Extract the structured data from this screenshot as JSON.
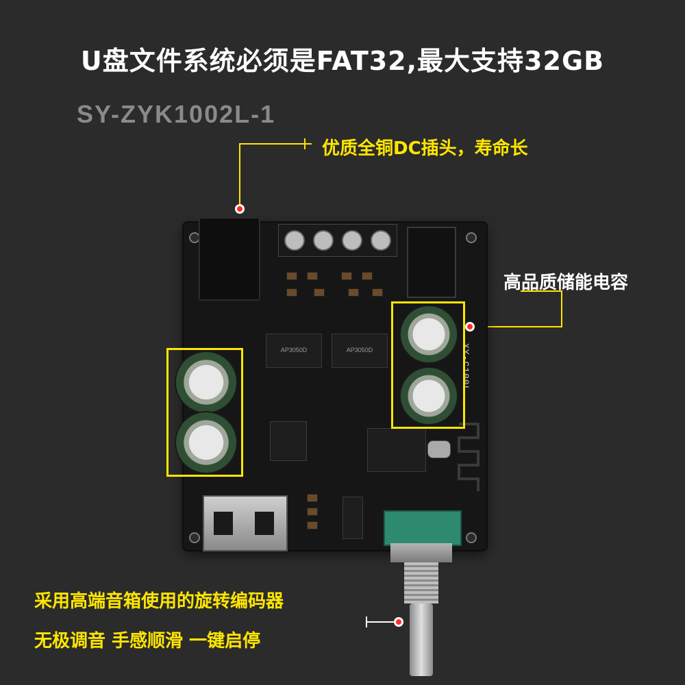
{
  "headline": "U盘文件系统必须是FAT32,最大支持32GB",
  "model": "SY-ZYK1002L-1",
  "callouts": {
    "dc_jack": "优质全铜DC插头，寿命长",
    "capacitor": "高品质储能电容",
    "encoder_line1": "采用高端音箱使用的旋转编码器",
    "encoder_line2": "无极调音 手感顺滑 一键启停"
  },
  "board": {
    "silkscreen": "XY-C100L",
    "chip_labels": [
      "AP3050D",
      "AP3050D"
    ]
  },
  "colors": {
    "background": "#2b2b2b",
    "highlight": "#ffe600",
    "marker": "#ff2a2a"
  }
}
